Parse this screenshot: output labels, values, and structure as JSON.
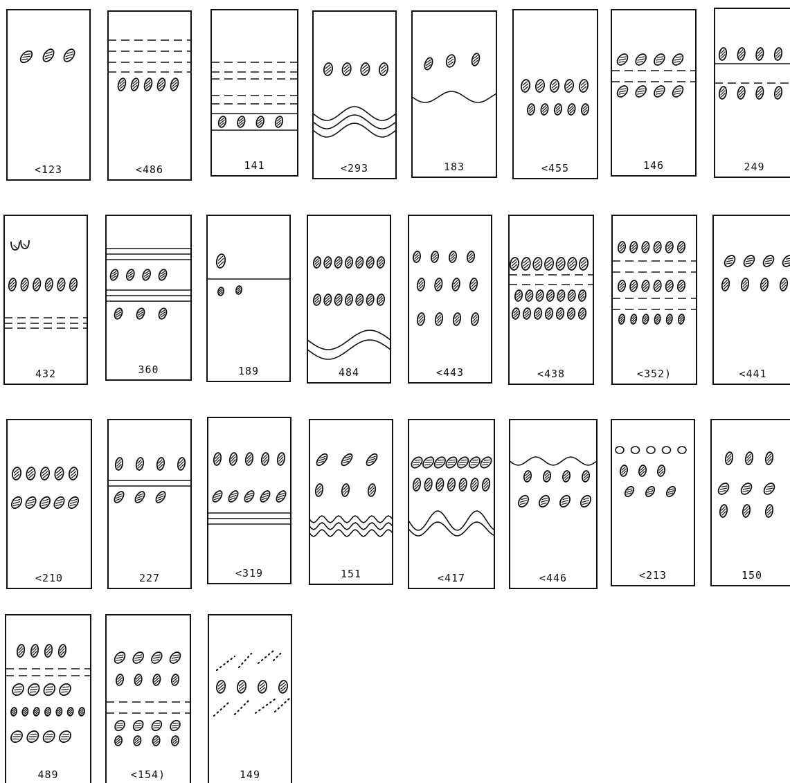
{
  "plate": {
    "panels": [
      {
        "id": "p123",
        "label": "<123"
      },
      {
        "id": "p486",
        "label": "<486"
      },
      {
        "id": "p141",
        "label": "141"
      },
      {
        "id": "p293",
        "label": "<293"
      },
      {
        "id": "p183",
        "label": "183"
      },
      {
        "id": "p455",
        "label": "<455"
      },
      {
        "id": "p146",
        "label": "146"
      },
      {
        "id": "p249",
        "label": "249"
      },
      {
        "id": "p432",
        "label": "432"
      },
      {
        "id": "p360",
        "label": "360"
      },
      {
        "id": "p189",
        "label": "189"
      },
      {
        "id": "p484",
        "label": "484"
      },
      {
        "id": "p443",
        "label": "<443"
      },
      {
        "id": "p438",
        "label": "<438"
      },
      {
        "id": "p352",
        "label": "<352)"
      },
      {
        "id": "p441",
        "label": "<441"
      },
      {
        "id": "p210",
        "label": "<210"
      },
      {
        "id": "p227",
        "label": "227"
      },
      {
        "id": "p319",
        "label": "<319"
      },
      {
        "id": "p151",
        "label": "151"
      },
      {
        "id": "p417",
        "label": "<417"
      },
      {
        "id": "p446",
        "label": "<446"
      },
      {
        "id": "p213",
        "label": "<213"
      },
      {
        "id": "p150",
        "label": "150"
      },
      {
        "id": "p489",
        "label": "489"
      },
      {
        "id": "p154",
        "label": "<154)"
      },
      {
        "id": "p149",
        "label": "149"
      }
    ]
  }
}
